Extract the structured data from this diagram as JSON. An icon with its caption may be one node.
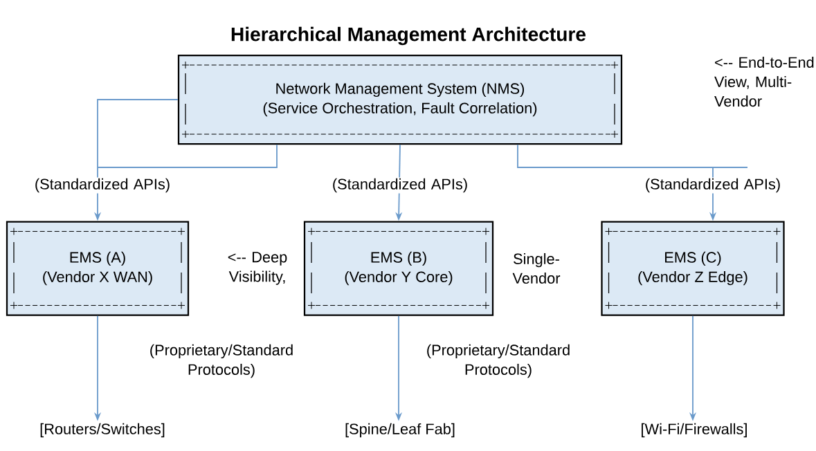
{
  "diagram": {
    "title": "Hierarchical Management Architecture",
    "nodes": [
      {
        "text": [
          "Network Management System (NMS)",
          "(Service Orchestration, Fault Correlation)"
        ]
      },
      {
        "text": [
          "EMS (A)",
          "(Vendor X WAN)"
        ]
      },
      {
        "text": [
          "EMS (B)",
          "(Vendor Y Core)"
        ]
      },
      {
        "text": [
          "EMS (C)",
          "(Vendor Z Edge)"
        ]
      },
      {
        "text": [
          "[Routers/Switches]"
        ]
      },
      {
        "text": [
          "[Spine/Leaf Fab]"
        ]
      },
      {
        "text": [
          "[Wi-Fi/Firewalls]"
        ]
      }
    ],
    "edges": [
      {
        "from": 0,
        "to": 1,
        "arrow": "to",
        "label": "(Standardized APIs)"
      },
      {
        "from": 0,
        "to": 2,
        "arrow": "to",
        "label": "(Standardized APIs)"
      },
      {
        "from": 0,
        "to": 3,
        "arrow": "to",
        "label": "(Standardized APIs)"
      },
      {
        "from": 1,
        "to": 4,
        "arrow": "to",
        "label": "(Proprietary/Standard Protocols)"
      },
      {
        "from": 2,
        "to": 5,
        "arrow": "to",
        "label": "(Proprietary/Standard Protocols)"
      },
      {
        "from": 3,
        "to": 6,
        "arrow": "to"
      }
    ],
    "labels": [
      "<-- End-to-End View, Multi-Vendor",
      "<-- Deep Visibility,",
      "Single-Vendor"
    ]
  }
}
